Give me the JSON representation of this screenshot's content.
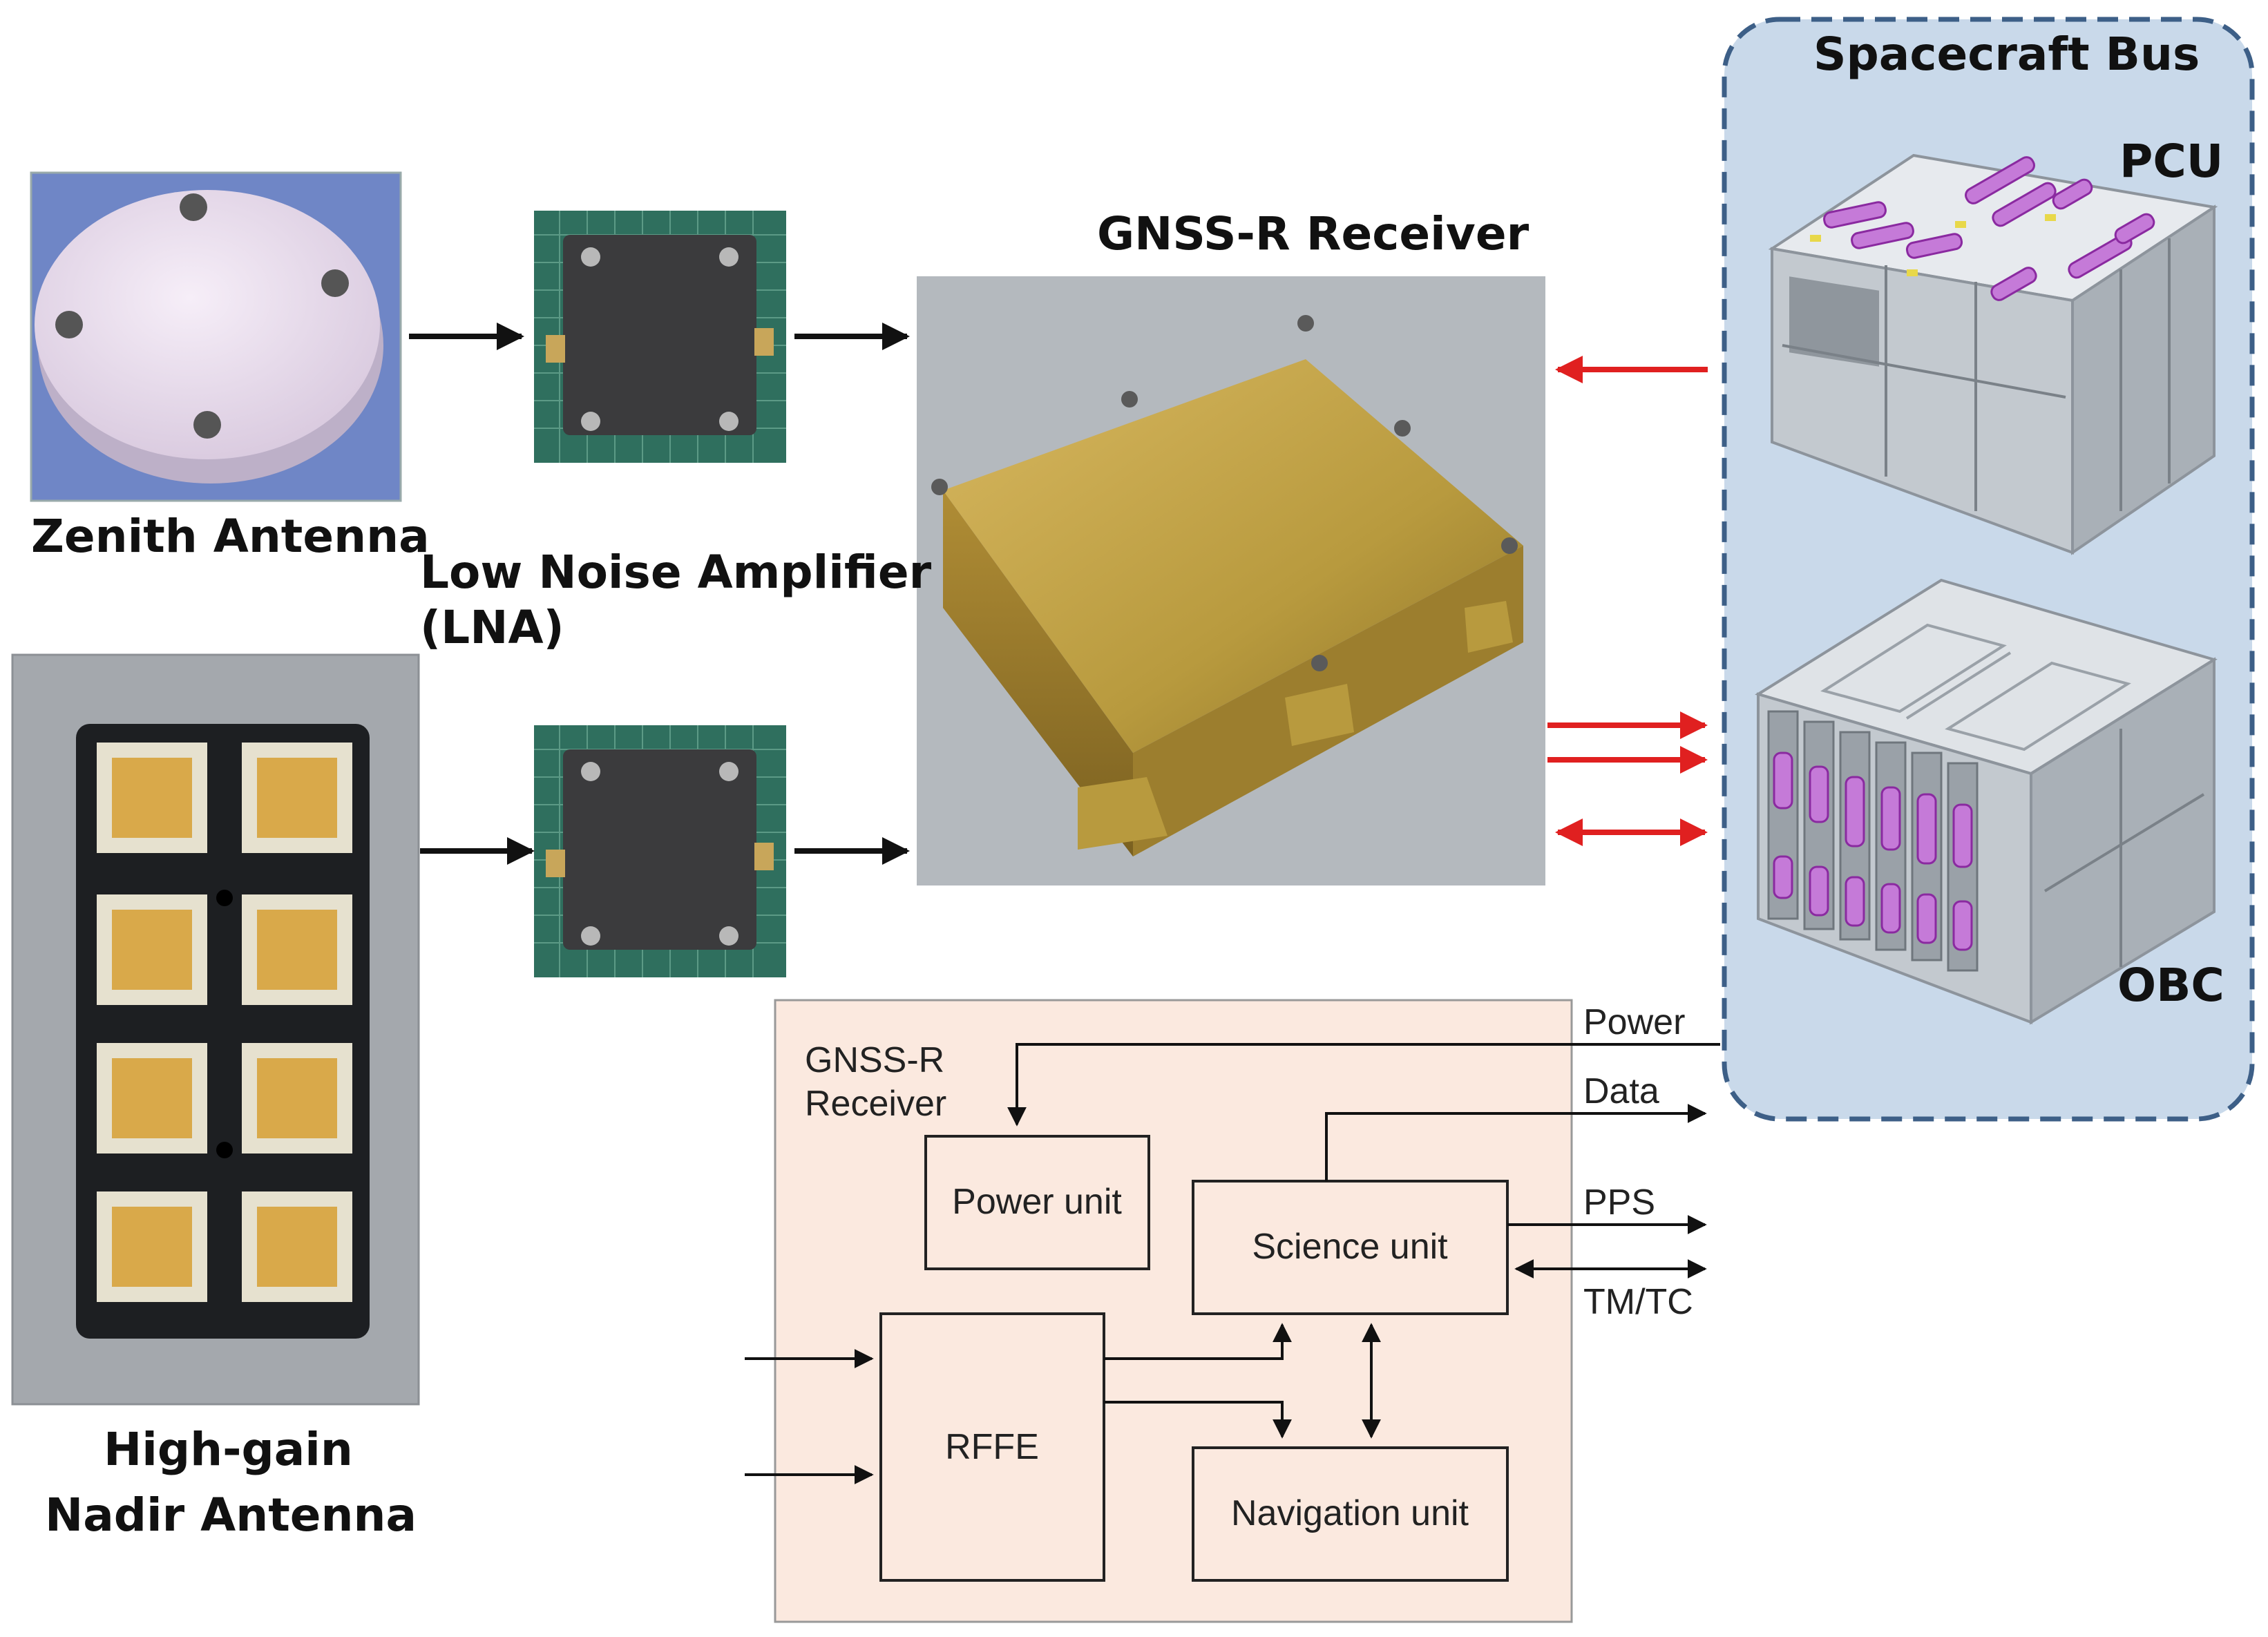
{
  "labels": {
    "zenith": "Zenith Antenna",
    "lna_line1": "Low Noise Amplifier",
    "lna_line2": "(LNA)",
    "nadir_line1": "High-gain",
    "nadir_line2": "Nadir Antenna",
    "receiver": "GNSS-R Receiver",
    "bus": "Spacecraft Bus",
    "pcu": "PCU",
    "obc": "OBC"
  },
  "block": {
    "title_line1": "GNSS-R",
    "title_line2": "Receiver",
    "power_unit": "Power unit",
    "science_unit": "Science unit",
    "rffe": "RFFE",
    "navigation_unit": "Navigation unit"
  },
  "signals": {
    "power": "Power",
    "data": "Data",
    "pps": "PPS",
    "tmtc": "TM/TC"
  },
  "colors": {
    "bus_fill": "#c9d9ea",
    "bus_border": "#3d5f87",
    "block_fill": "#fbe9df",
    "red_arrow": "#e02020",
    "lna_board": "#2f6f5e",
    "receiver_gold": "#c9a24a"
  }
}
